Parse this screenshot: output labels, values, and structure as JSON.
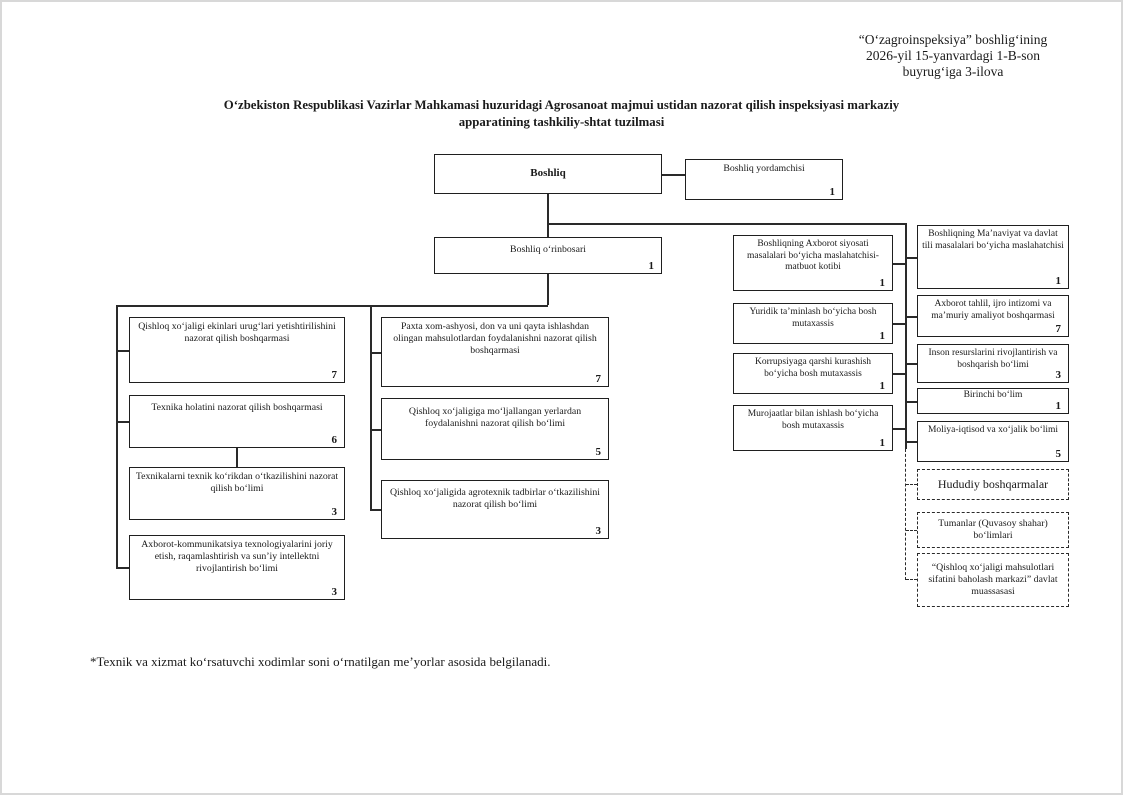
{
  "page": {
    "header_note": {
      "line1": "“O‘zagroinspeksiya” boshlig‘ining",
      "line2": "2026-yil 15-yanvardagi 1-B-son",
      "line3": "buyrug‘iga 3-ilova"
    },
    "title": "O‘zbekiston Respublikasi Vazirlar Mahkamasi huzuridagi Agrosanoat majmui ustidan nazorat qilish inspeksiyasi markaziy apparatining tashkiliy-shtat tuzilmasi",
    "footnote": "*Texnik va xizmat ko‘rsatuvchi xodimlar soni o‘rnatilgan me’yorlar asosida belgilanadi."
  },
  "org": {
    "top": {
      "boshliq": {
        "label": "Boshliq"
      },
      "yordamchi": {
        "label": "Boshliq yordamchisi",
        "count": "1"
      },
      "orinbosari": {
        "label": "Boshliq o‘rinbosari",
        "count": "1"
      }
    },
    "left": [
      {
        "label": "Qishloq xo‘jaligi ekinlari urug‘lari yetishtirilishini nazorat qilish boshqarmasi",
        "count": "7"
      },
      {
        "label": "Texnika holatini nazorat qilish boshqarmasi",
        "count": "6"
      },
      {
        "label": "Texnikalarni texnik ko‘rikdan o‘tkazilishini nazorat qilish bo‘limi",
        "count": "3"
      },
      {
        "label": "Axborot-kommunikatsiya texnologiyalarini joriy etish, raqamlashtirish va sun’iy intellektni rivojlantirish bo‘limi",
        "count": "3"
      }
    ],
    "middle": [
      {
        "label": "Paxta xom-ashyosi, don va uni qayta ishlashdan olingan mahsulotlardan foydalanishni nazorat qilish boshqarmasi",
        "count": "7"
      },
      {
        "label": "Qishloq xo‘jaligiga mo‘ljallangan yerlardan foydalanishni nazorat qilish bo‘limi",
        "count": "5"
      },
      {
        "label": "Qishloq xo‘jaligida agrotexnik tadbirlar o‘tkazilishini nazorat qilish bo‘limi",
        "count": "3"
      }
    ],
    "advisors": [
      {
        "label": "Boshliqning Axborot siyosati masalalari bo‘yicha maslahatchisi- matbuot kotibi",
        "count": "1"
      },
      {
        "label": "Yuridik ta’minlash bo‘yicha bosh mutaxassis",
        "count": "1"
      },
      {
        "label": "Korrupsiyaga qarshi kurashish bo‘yicha bosh mutaxassis",
        "count": "1"
      },
      {
        "label": "Murojaatlar bilan ishlash bo‘yicha bosh mutaxassis",
        "count": "1"
      }
    ],
    "right": [
      {
        "label": "Boshliqning Ma’naviyat va davlat tili masalalari bo‘yicha maslahatchisi",
        "count": "1"
      },
      {
        "label": "Axborot tahlil, ijro intizomi va ma’muriy amaliyot boshqarmasi",
        "count": "7"
      },
      {
        "label": "Inson resurslarini rivojlantirish va boshqarish bo‘limi",
        "count": "3"
      },
      {
        "label": "Birinchi bo‘lim",
        "count": "1"
      },
      {
        "label": "Moliya-iqtisod va xo‘jalik bo‘limi",
        "count": "5"
      }
    ],
    "dashed": [
      {
        "label": "Hududiy boshqarmalar"
      },
      {
        "label": "Tumanlar (Quvasoy shahar) bo‘limlari"
      },
      {
        "label": "“Qishloq xo‘jaligi mahsulotlari sifatini baholash markazi” davlat muassasasi"
      }
    ]
  }
}
